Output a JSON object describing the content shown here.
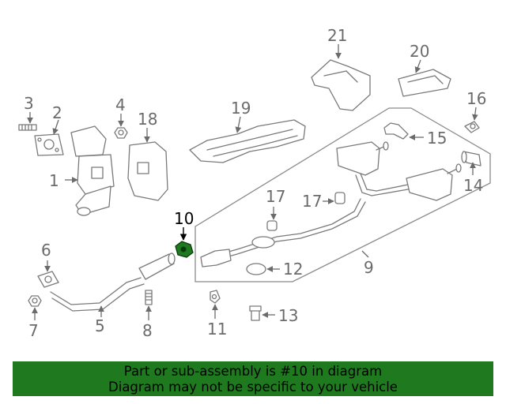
{
  "callouts": {
    "c1": "1",
    "c2": "2",
    "c3": "3",
    "c4": "4",
    "c5": "5",
    "c6": "6",
    "c7": "7",
    "c8": "8",
    "c9": "9",
    "c10": "10",
    "c11": "11",
    "c12": "12",
    "c13": "13",
    "c14": "14",
    "c15": "15",
    "c16": "16",
    "c17a": "17",
    "c17b": "17",
    "c18": "18",
    "c19": "19",
    "c20": "20",
    "c21": "21"
  },
  "highlight": {
    "part": "10",
    "color": "#1f7a1f"
  },
  "banner": {
    "line1": "Part or sub-assembly is #10 in diagram",
    "line2": "Diagram may not be specific to your vehicle",
    "color": "#1f7a1f"
  }
}
